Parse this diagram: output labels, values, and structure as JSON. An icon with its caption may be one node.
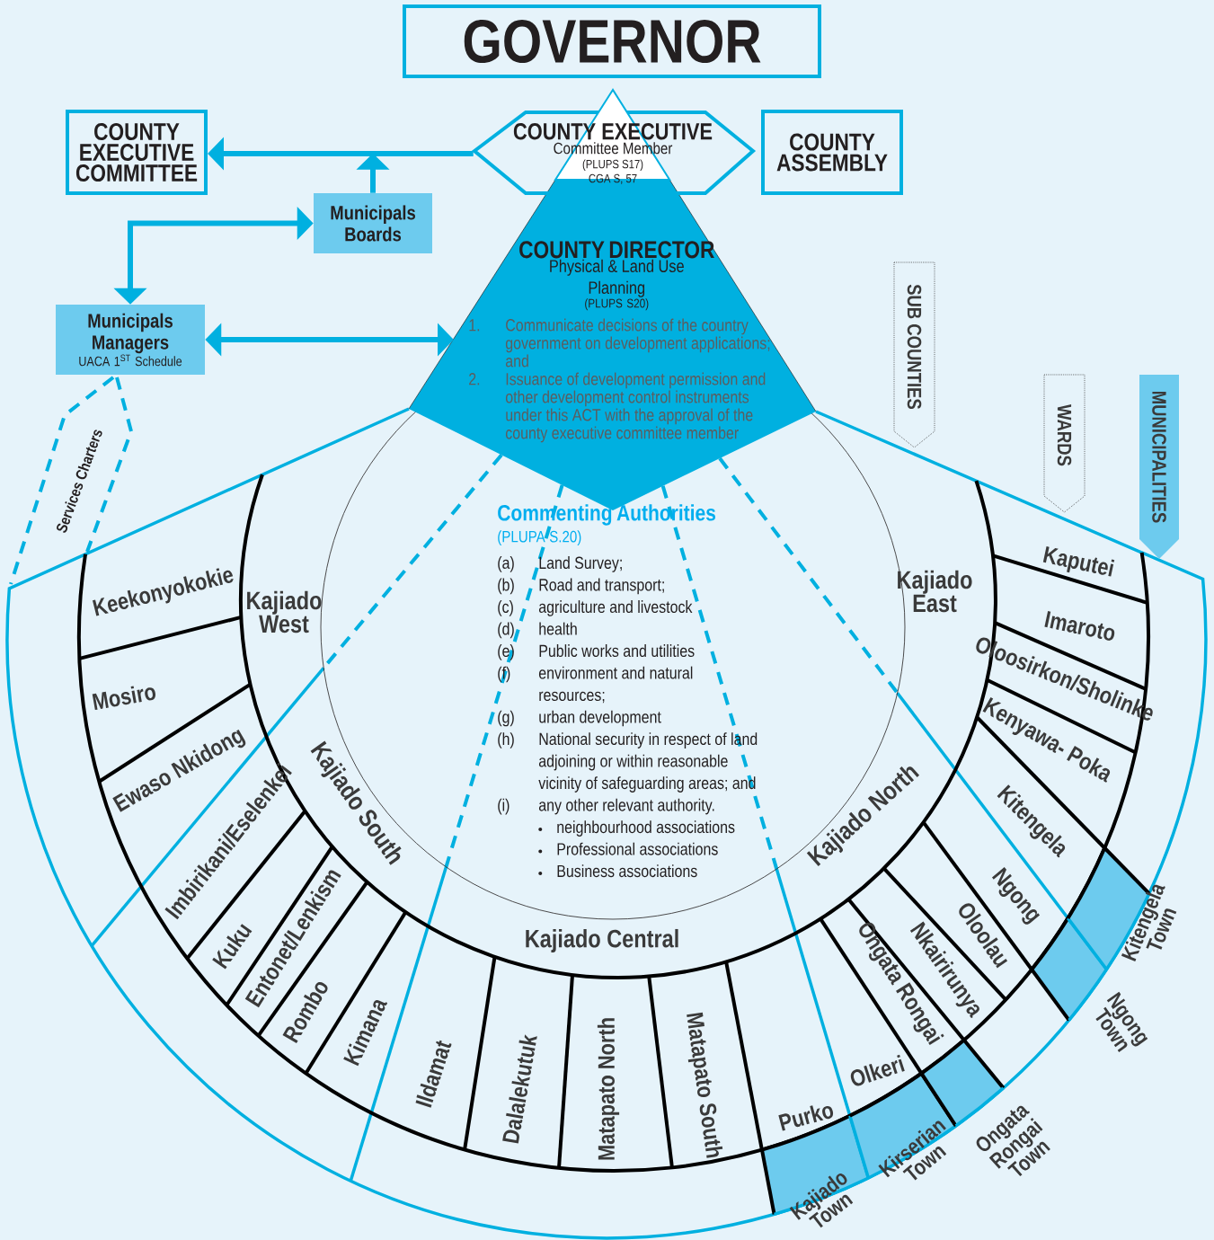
{
  "diagram": {
    "nodes": [
      {
        "text": [
          "GOVERNOR"
        ]
      },
      {
        "text": [
          "COUNTY EXECUTIVE COMMITTEE"
        ]
      },
      {
        "text": [
          "COUNTY EXECUTIVE",
          "Committee Member",
          "(PLUPS S17)",
          "CGA S, 57"
        ]
      },
      {
        "text": [
          "COUNTY ASSEMBLY"
        ]
      },
      {
        "text": [
          "Municipals Boards"
        ]
      },
      {
        "text": [
          "Municipals Managers",
          "UACA 1$^{ST}$ Schedule"
        ]
      },
      {
        "text": [
          "COUNTY DIRECTOR",
          "Physical & Land Use Planning",
          "(PLUPS S20)",
          "1.",
          "Communicate decisions of the country government on development applications; and",
          "2.",
          "Issuance of development permission and other development control instruments under this ACT with the approval of the county executive committee member"
        ]
      },
      {
        "text": [
          "Services Charters"
        ]
      },
      {
        "text": [
          "SUB COUNTIES"
        ]
      },
      {
        "text": [
          "WARDS"
        ]
      },
      {
        "text": [
          "MUNICIPALITIES"
        ]
      },
      {
        "text": [
          "Commenting Authorities",
          "(PLUPA S.20)",
          "(a)",
          "Land Survey;",
          "(b)",
          "Road and transport;",
          "(c)",
          "agriculture and livestock",
          "(d)",
          "health",
          "(e)",
          "Public works and utilities",
          "(f)",
          "environment and natural resources;",
          "(g)",
          "urban development",
          "(h)",
          "National security in respect of land adjoining or within reasonable vicinity of safeguarding areas; and",
          "(i)",
          "any other relevant authority.",
          "neighbourhood associations",
          "Professional associations",
          "Business associations"
        ]
      },
      {
        "text": [
          "Kajiado West"
        ]
      },
      {
        "text": [
          "Kajiado South"
        ]
      },
      {
        "text": [
          "Kajiado Central"
        ]
      },
      {
        "text": [
          "Kajiado North"
        ]
      },
      {
        "text": [
          "Kajiado East"
        ]
      },
      {
        "text": [
          "Keekonyokokie"
        ]
      },
      {
        "text": [
          "Mosiro"
        ]
      },
      {
        "text": [
          "Ewaso Nkidong"
        ]
      },
      {
        "text": [
          "Imbirikani/Eselenkei"
        ]
      },
      {
        "text": [
          "Kuku"
        ]
      },
      {
        "text": [
          "Entonet/Lenkism"
        ]
      },
      {
        "text": [
          "Rombo"
        ]
      },
      {
        "text": [
          "Kimana"
        ]
      },
      {
        "text": [
          "Ildamat"
        ]
      },
      {
        "text": [
          "Dalalekutuk"
        ]
      },
      {
        "text": [
          "Matapato North"
        ]
      },
      {
        "text": [
          "Matapato South"
        ]
      },
      {
        "text": [
          "Purko"
        ]
      },
      {
        "text": [
          "Olkeri"
        ]
      },
      {
        "text": [
          "Ongata Rongai"
        ]
      },
      {
        "text": [
          "Nkairirunya"
        ]
      },
      {
        "text": [
          "Oloolau"
        ]
      },
      {
        "text": [
          "Ngong"
        ]
      },
      {
        "text": [
          "Kitengela"
        ]
      },
      {
        "text": [
          "Kenyawa- Poka"
        ]
      },
      {
        "text": [
          "Oloosirkon/Sholinke"
        ]
      },
      {
        "text": [
          "Imaroto"
        ]
      },
      {
        "text": [
          "Kaputei"
        ]
      },
      {
        "text": [
          "Kajiado Town"
        ]
      },
      {
        "text": [
          "Kirserian Town"
        ]
      },
      {
        "text": [
          "Ongata Rongai Town"
        ]
      },
      {
        "text": [
          "Ngong Town"
        ]
      },
      {
        "text": [
          "Kitengela Town"
        ]
      }
    ],
    "edges": [
      {
        "from": 2,
        "to": 1,
        "arrow": "to"
      },
      {
        "from": 4,
        "to": null,
        "arrow": "to"
      },
      {
        "from": 5,
        "to": 4,
        "arrow": "both"
      },
      {
        "from": 5,
        "to": 6,
        "arrow": "both"
      }
    ]
  }
}
